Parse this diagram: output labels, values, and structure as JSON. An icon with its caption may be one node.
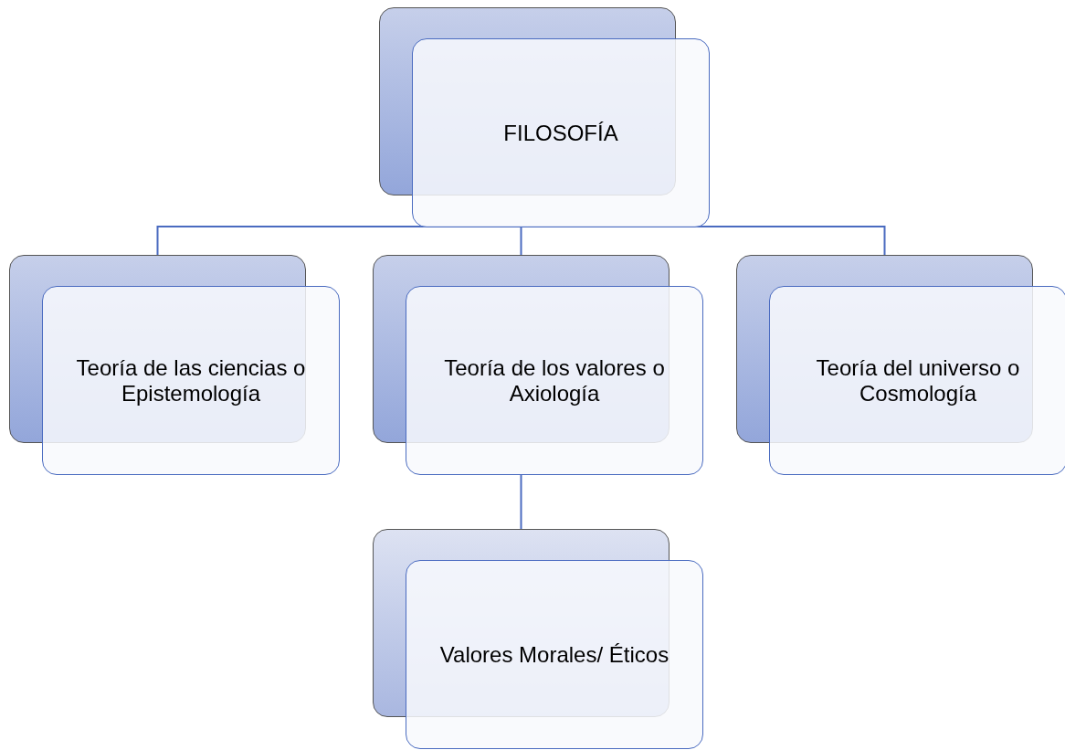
{
  "diagram": {
    "nodes": [
      {
        "text": [
          "FILOSOFÍA"
        ]
      },
      {
        "text": [
          "Teoría de las ciencias o Epistemología"
        ]
      },
      {
        "text": [
          "Teoría de los valores o Axiología"
        ]
      },
      {
        "text": [
          "Teoría del universo o Cosmología"
        ]
      },
      {
        "text": [
          "Valores Morales/ Éticos"
        ]
      }
    ],
    "edges": [
      {
        "from": 0,
        "to": 1,
        "arrow": "none"
      },
      {
        "from": 0,
        "to": 2,
        "arrow": "none"
      },
      {
        "from": 0,
        "to": 3,
        "arrow": "none"
      },
      {
        "from": 2,
        "to": 4,
        "arrow": "none"
      }
    ]
  }
}
